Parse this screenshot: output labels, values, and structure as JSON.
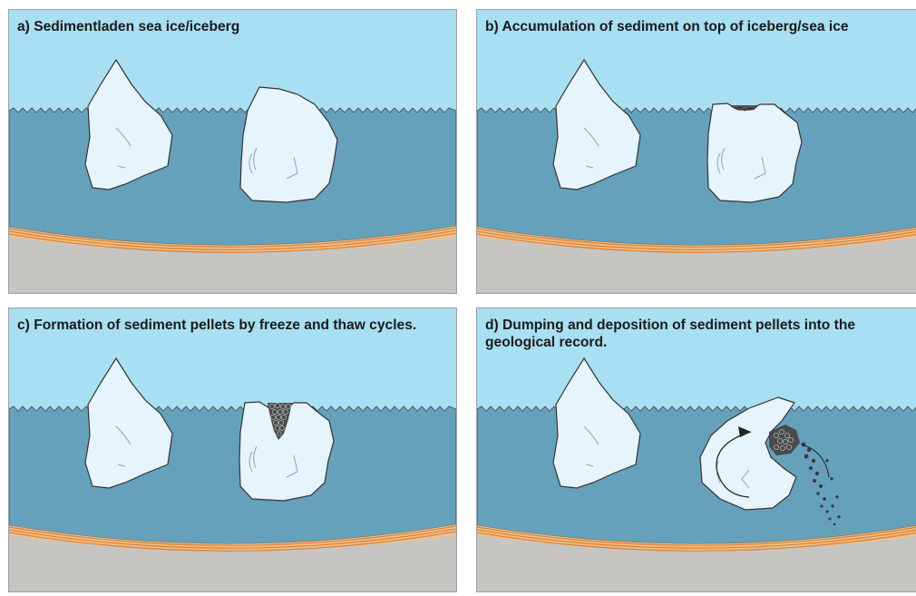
{
  "panels": [
    {
      "id": "a",
      "caption": "a) Sedimentladen sea ice/iceberg"
    },
    {
      "id": "b",
      "caption": "b) Accumulation of sediment on top of iceberg/sea ice"
    },
    {
      "id": "c",
      "caption": "c) Formation of sediment pellets by freeze and thaw cycles."
    },
    {
      "id": "d",
      "caption": "d) Dumping and deposition of sediment pellets into the geological record."
    }
  ],
  "colors": {
    "sky": "#a8dff2",
    "water": "#66a1bc",
    "ice": "#e6f4fb",
    "sediment_layers": "#f2c08a",
    "sediment_lines": "#d8843a",
    "seafloor": "#c6c5c1",
    "outline": "#333333"
  }
}
